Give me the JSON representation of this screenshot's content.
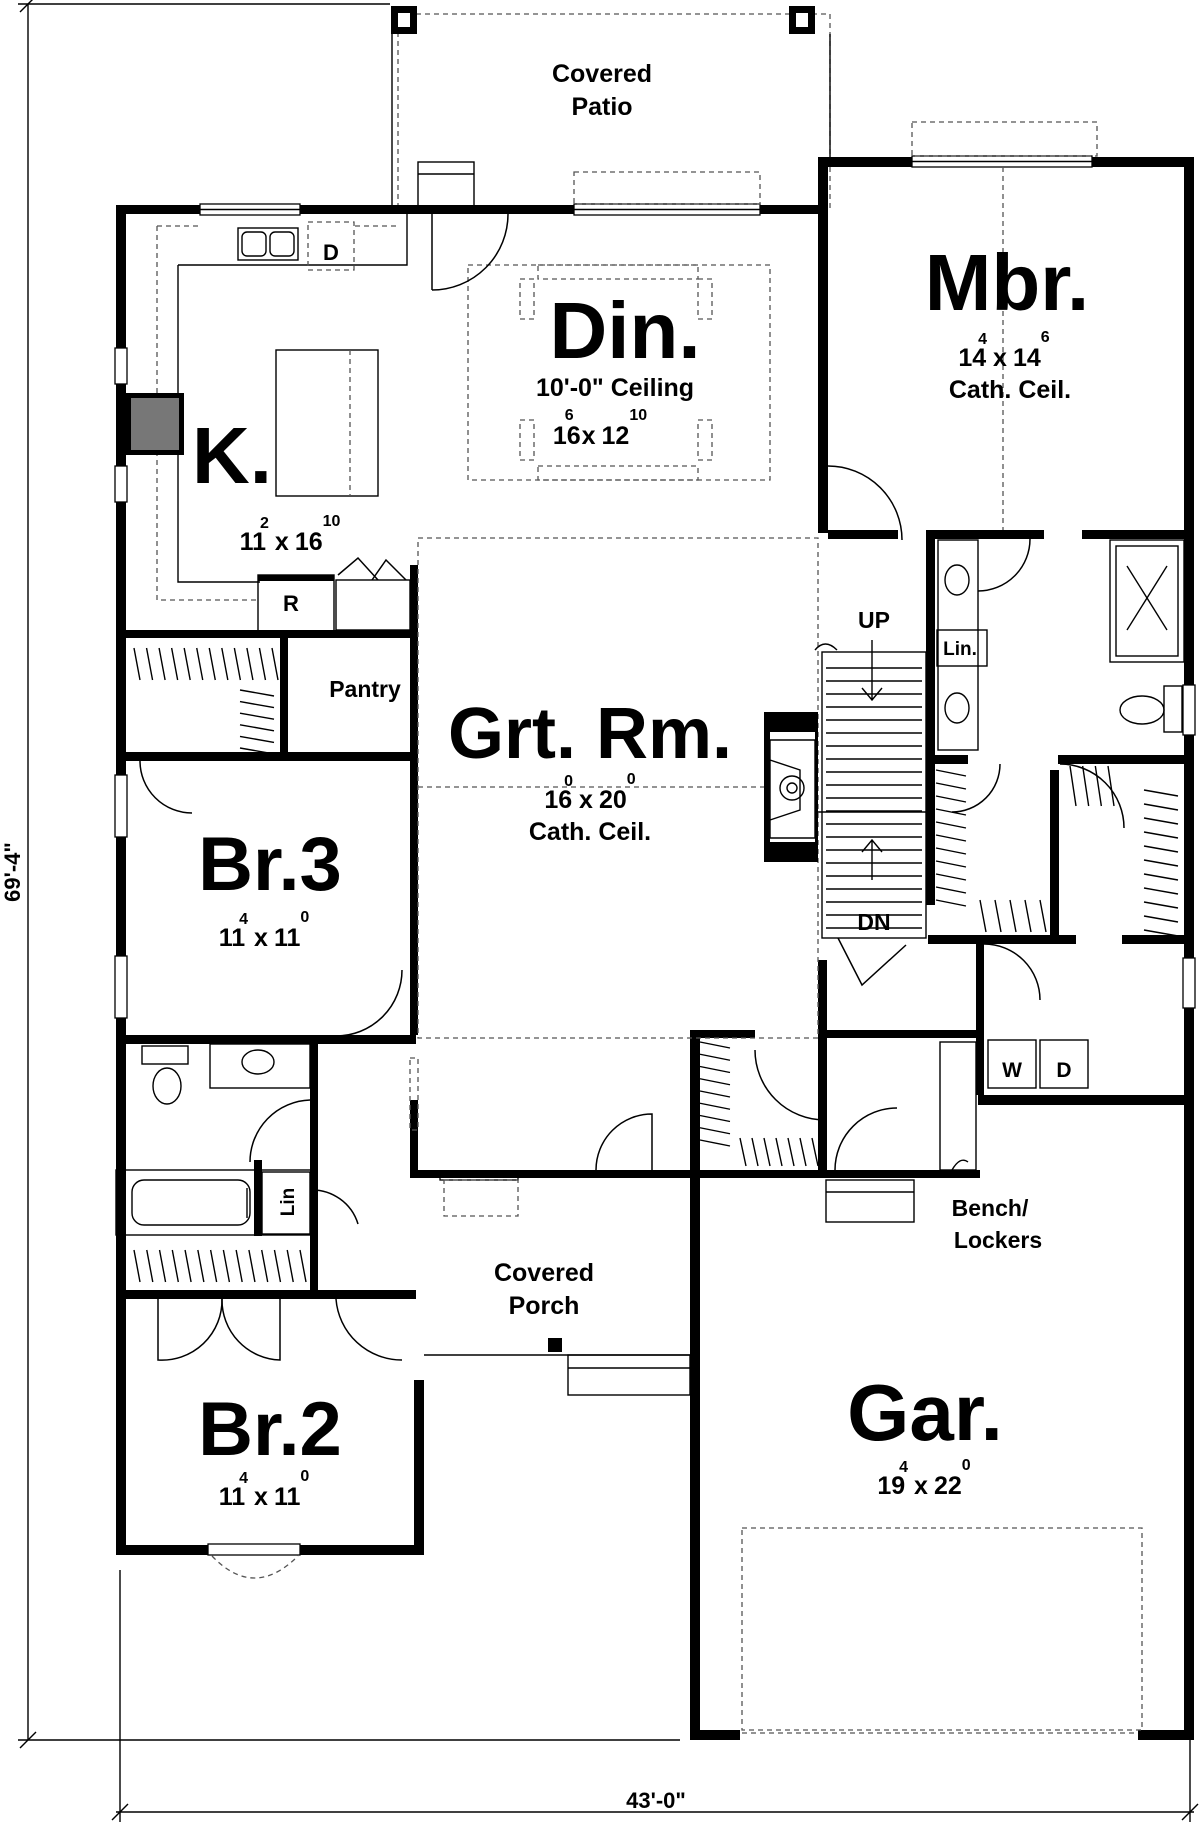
{
  "plan": {
    "overall_width": "43'-0\"",
    "overall_depth": "69'-4\""
  },
  "rooms": {
    "covered_patio": {
      "line1": "Covered",
      "line2": "Patio"
    },
    "dining": {
      "name": "Din.",
      "note": "10'-0\" Ceiling",
      "dim_a": "16",
      "dim_a_sup": "6",
      "dim_b": "12",
      "dim_b_sup": "10",
      "sep": "x"
    },
    "master": {
      "name": "Mbr.",
      "dim_a": "14",
      "dim_a_sup": "4",
      "dim_b": "14",
      "dim_b_sup": "6",
      "sep": "x",
      "note": "Cath. Ceil."
    },
    "kitchen": {
      "name": "K.",
      "dim_a": "11",
      "dim_a_sup": "2",
      "dim_b": "16",
      "dim_b_sup": "10",
      "sep": "x"
    },
    "great_room": {
      "name": "Grt. Rm.",
      "dim_a": "16",
      "dim_a_sup": "0",
      "dim_b": "20",
      "dim_b_sup": "0",
      "sep": "x",
      "note": "Cath. Ceil."
    },
    "bedroom3": {
      "name": "Br.3",
      "dim_a": "11",
      "dim_a_sup": "4",
      "dim_b": "11",
      "dim_b_sup": "0",
      "sep": "x"
    },
    "bedroom2": {
      "name": "Br.2",
      "dim_a": "11",
      "dim_a_sup": "4",
      "dim_b": "11",
      "dim_b_sup": "0",
      "sep": "x"
    },
    "garage": {
      "name": "Gar.",
      "dim_a": "19",
      "dim_a_sup": "4",
      "dim_b": "22",
      "dim_b_sup": "0",
      "sep": "x"
    },
    "covered_porch": {
      "line1": "Covered",
      "line2": "Porch"
    },
    "pantry": {
      "name": "Pantry"
    }
  },
  "fixtures": {
    "dishwasher": "D",
    "refrigerator": "R",
    "linen_master": "Lin.",
    "linen_hall": "Lin",
    "washer": "W",
    "dryer": "D",
    "stairs_up": "UP",
    "stairs_down": "DN",
    "bench_line1": "Bench/",
    "bench_line2": "Lockers"
  }
}
